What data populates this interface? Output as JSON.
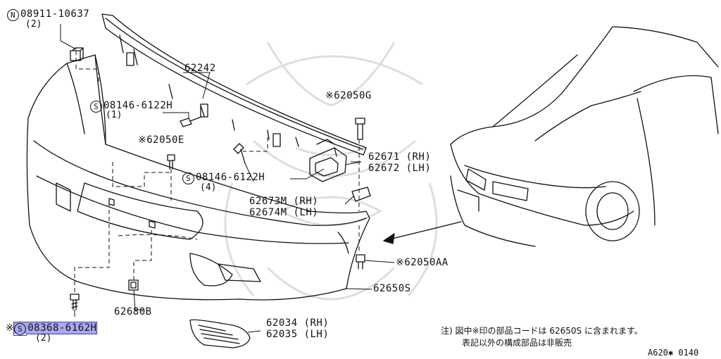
{
  "callouts": {
    "p08911_code": "08911-10637",
    "p08911_prefix": "N",
    "p08911_qty": "(2)",
    "p62242": "62242",
    "p08146a_prefix": "S",
    "p08146a_code": "08146-6122H",
    "p08146a_qty": "(1)",
    "p62050G": "※62050G",
    "p62050E": "※62050E",
    "p62671": "62671 (RH)",
    "p62672": "62672 (LH)",
    "p08146b_prefix": "S",
    "p08146b_code": "08146-6122H",
    "p08146b_qty": "(4)",
    "p62673M": "62673M (RH)",
    "p62674M": "62674M (LH)",
    "p62050AA": "※62050AA",
    "p62650S": "62650S",
    "p62680B": "62680B",
    "p08368_star": "※",
    "p08368_prefix": "S",
    "p08368_code": "08368-6162H",
    "p08368_qty": "(2)",
    "p62034": "62034 (RH)",
    "p62035": "62035 (LH)"
  },
  "notes": {
    "line1": "注) 図中※印の部品コードは 62650S に含まれます。",
    "line2": "表記以外の構成部品は非販売"
  },
  "figure_code": "A620✱ 0140",
  "colors": {
    "ink": "#111111",
    "highlight_fill": "#a9a9ef",
    "highlight_border": "#3f3fb0",
    "watermark": "#d9d9d9"
  }
}
